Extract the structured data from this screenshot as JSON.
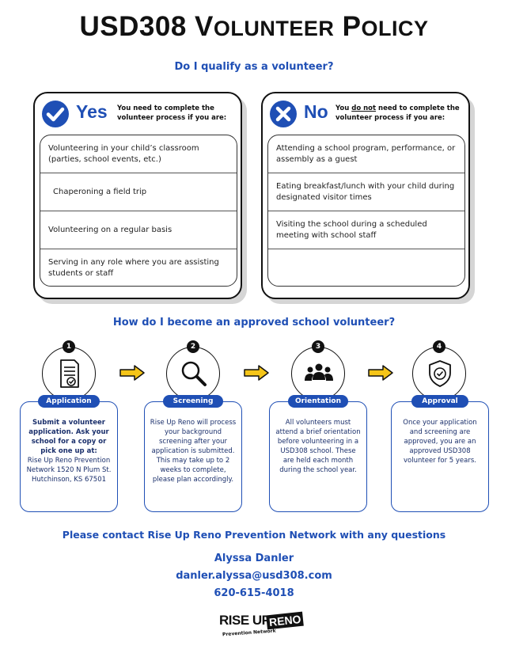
{
  "title": {
    "prefix": "USD308 V",
    "s1": "OLUNTEER",
    "mid": " P",
    "s2": "OLICY"
  },
  "question1": "Do I qualify as a volunteer?",
  "yes_card": {
    "word": "Yes",
    "header": "You need to complete the volunteer process if you are:",
    "items": [
      "Volunteering in your child’s classroom (parties, school events, etc.)",
      "Chaperoning a field trip",
      "Volunteering on a regular basis",
      "Serving in any role where you are assisting students or staff"
    ]
  },
  "no_card": {
    "word": "No",
    "header_a": "You ",
    "header_u": "do not",
    "header_b": " need to complete the volunteer process if you are:",
    "items": [
      "Attending a school program, performance, or assembly as a guest",
      "Eating breakfast/lunch with your child during designated visitor times",
      "Visiting the school during a scheduled meeting with school staff",
      ""
    ]
  },
  "question2": "How do I become an approved school volunteer?",
  "steps": [
    {
      "num": "1",
      "label": "Application",
      "icon": "document-check-icon",
      "bold": "Submit a volunteer application. Ask your school for a copy or pick one up at:",
      "text": "Rise Up Reno Prevention Network 1520 N Plum St. Hutchinson, KS 67501"
    },
    {
      "num": "2",
      "label": "Screening",
      "icon": "magnifier-icon",
      "text": "Rise Up Reno will process your background screening after your application is submitted. This may take up to 2 weeks to complete, please plan accordingly."
    },
    {
      "num": "3",
      "label": "Orientation",
      "icon": "group-icon",
      "text": "All volunteers must attend a brief orientation before volunteering in a USD308 school. These are held each month during the school year."
    },
    {
      "num": "4",
      "label": "Approval",
      "icon": "shield-check-icon",
      "text": "Once your application and screening are approved, you are an approved USD308 volunteer for 5 years."
    }
  ],
  "contact": {
    "line": "Please contact Rise Up Reno Prevention Network with any questions",
    "name": "Alyssa Danler",
    "email": "danler.alyssa@usd308.com",
    "phone": "620-615-4018"
  },
  "logo": {
    "rise_up": "RISE UP",
    "reno": "RENO",
    "tagline": "Prevention Network"
  },
  "colors": {
    "accent": "#1f4fb5",
    "arrow": "#f5c518",
    "text": "#111111"
  }
}
